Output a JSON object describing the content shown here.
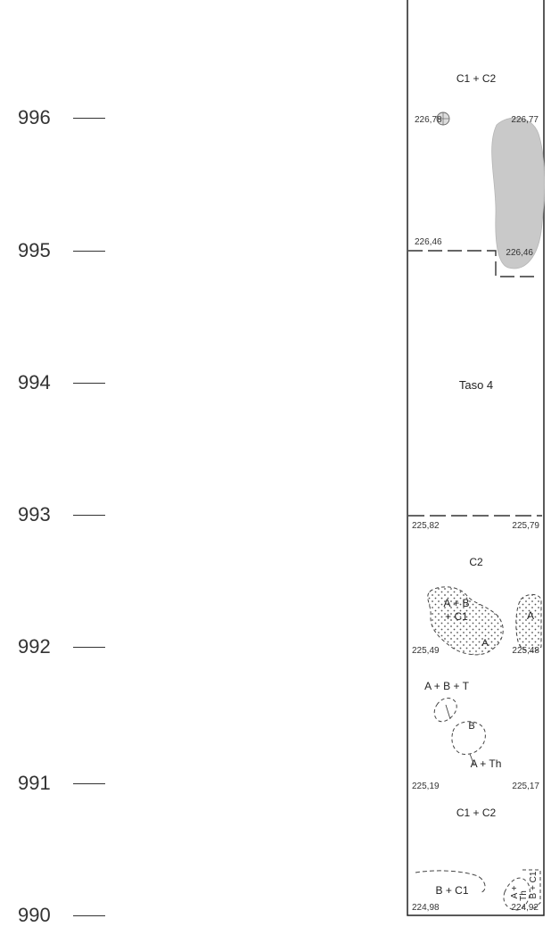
{
  "scale": [
    {
      "label": "996"
    },
    {
      "label": "995"
    },
    {
      "label": "994"
    },
    {
      "label": "993"
    },
    {
      "label": "992"
    },
    {
      "label": "991"
    },
    {
      "label": "990"
    }
  ],
  "section": {
    "layers": {
      "top": "C1 + C2",
      "taso": "Taso 4",
      "c2": "C2",
      "bottom": "C1 + C2",
      "base": "B + C1"
    },
    "features": {
      "abc1_line1": "A + B",
      "abc1_line2": "+ C1",
      "a_small": "A",
      "a_right": "A",
      "abt": "A + B + T",
      "b": "B",
      "ath": "A + Th",
      "a_plus": "A +",
      "th_small": "Th",
      "bc1_right": "B + C1"
    },
    "elevations": {
      "e1": "226,78",
      "e2": "226,77",
      "e3": "226,46",
      "e4": "226,46",
      "e5": "225,82",
      "e6": "225,79",
      "e7": "225,49",
      "e8": "225,48",
      "e9": "225,19",
      "e10": "225,17",
      "e11": "224,98",
      "e12": "224,92"
    }
  }
}
